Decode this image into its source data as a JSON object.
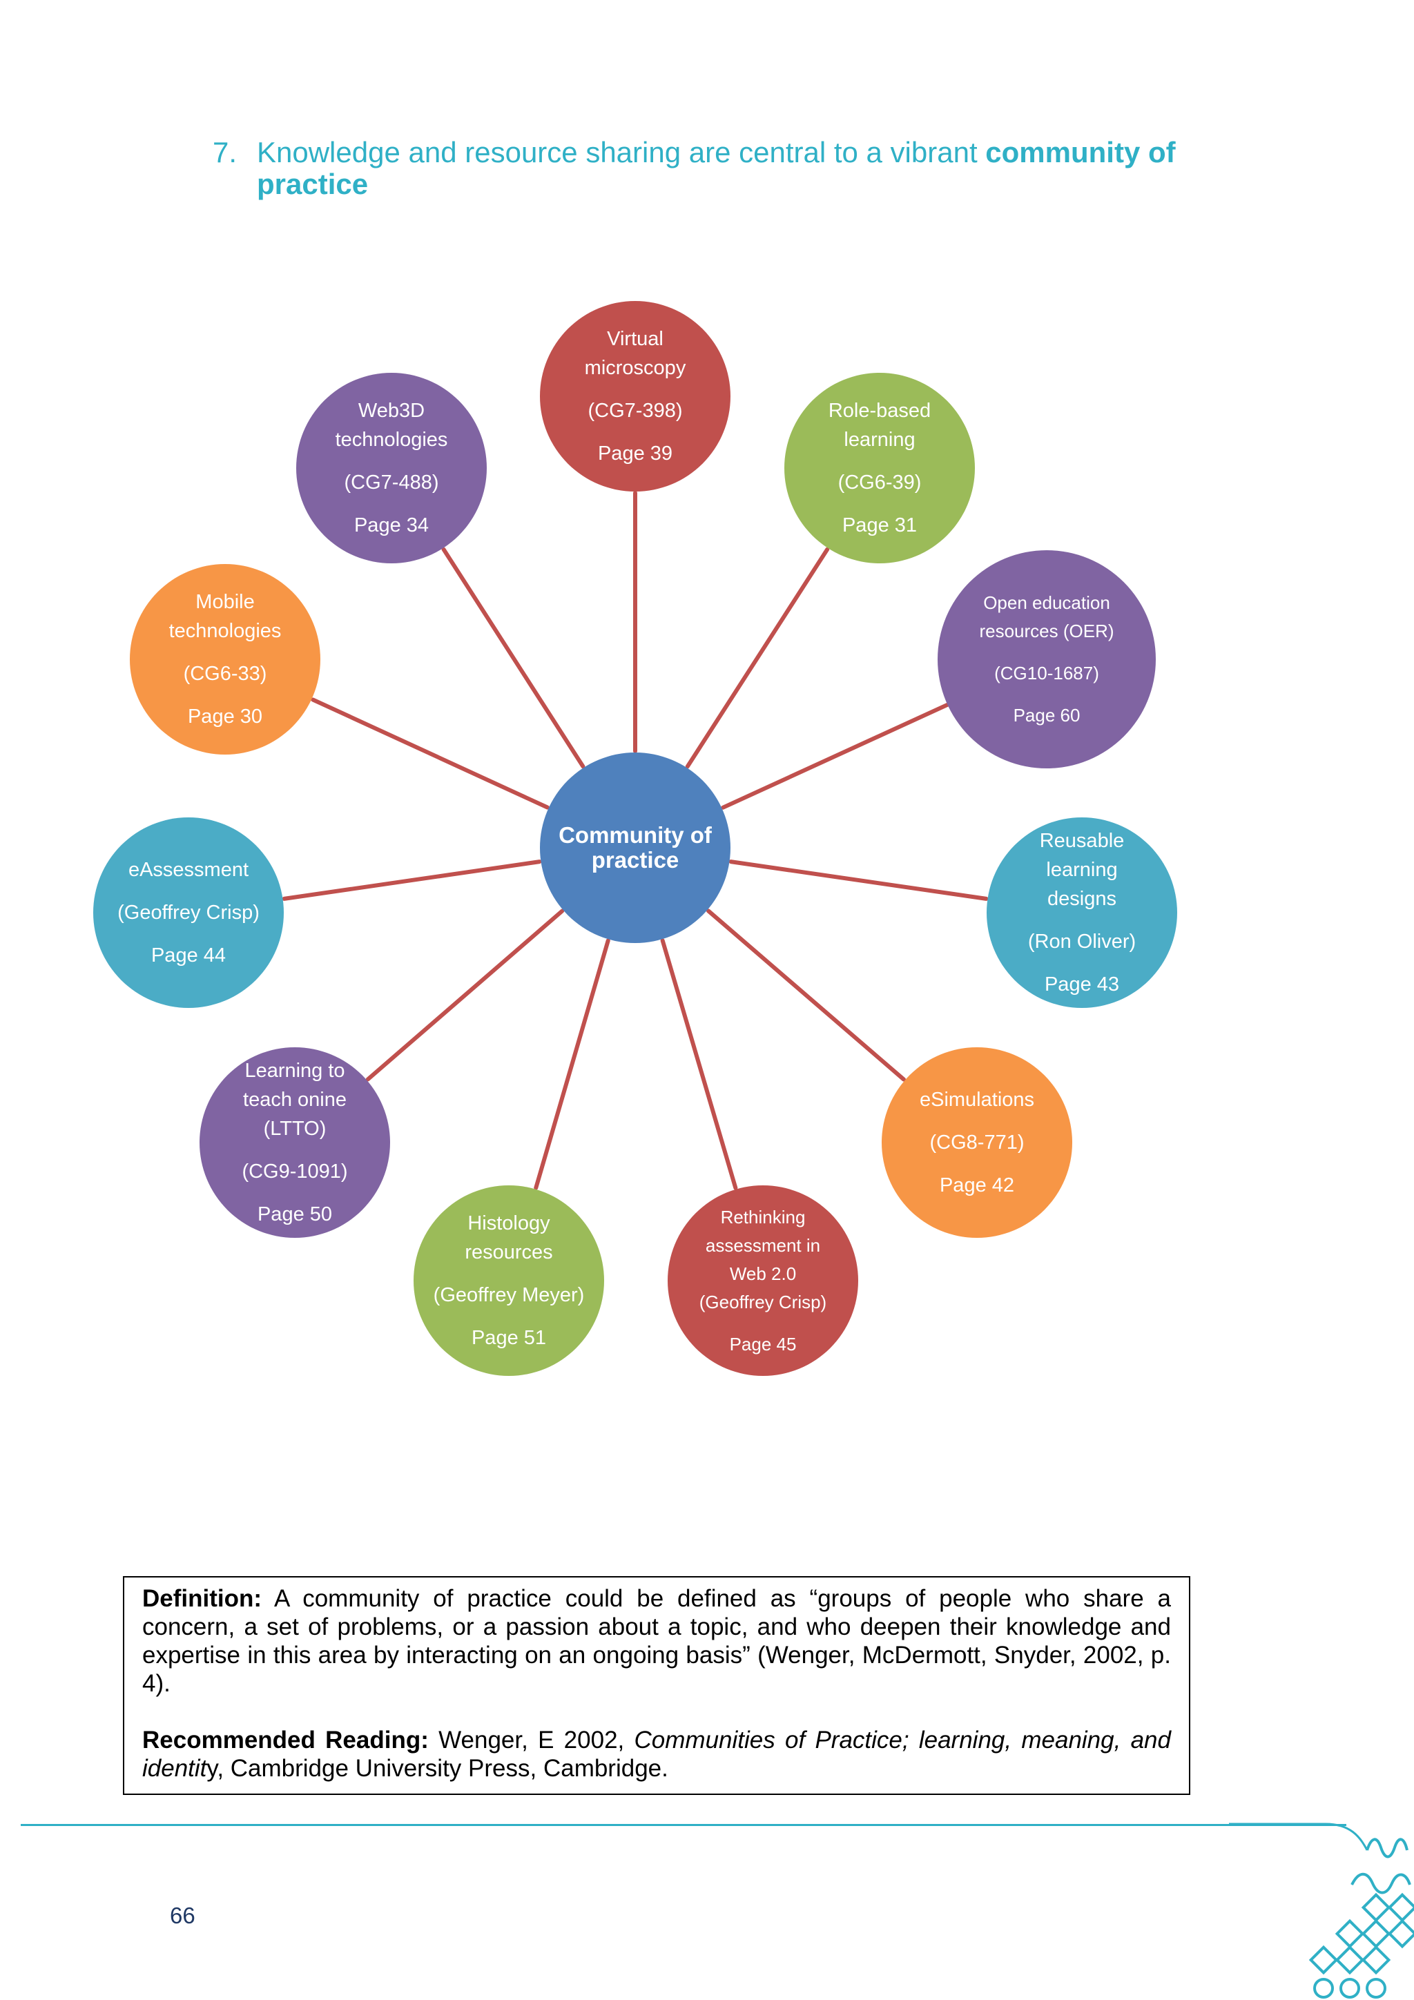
{
  "heading": {
    "number": "7.",
    "text_plain": "Knowledge and resource sharing are central to a vibrant ",
    "text_bold": "community of practice"
  },
  "diagram": {
    "center": {
      "label": "Community of practice",
      "color": "#4f81bd"
    },
    "nodes": [
      {
        "id": "virtual-microscopy",
        "lines": [
          "Virtual",
          "microscopy"
        ],
        "code": "(CG7-398)",
        "page": "Page 39",
        "color": "#c0504d"
      },
      {
        "id": "role-based-learning",
        "lines": [
          "Role-based",
          "learning"
        ],
        "code": "(CG6-39)",
        "page": "Page 31",
        "color": "#9bbb59"
      },
      {
        "id": "open-education-resources",
        "lines": [
          "Open education",
          "resources (OER)"
        ],
        "code": "(CG10-1687)",
        "page": "Page 60",
        "color": "#8064a2"
      },
      {
        "id": "reusable-learning-designs",
        "lines": [
          "Reusable",
          "learning",
          "designs"
        ],
        "code": "(Ron Oliver)",
        "page": "Page 43",
        "color": "#4bacc6"
      },
      {
        "id": "esimulations",
        "lines": [
          "eSimulations"
        ],
        "code": "(CG8-771)",
        "page": "Page 42",
        "color": "#f79646"
      },
      {
        "id": "rethinking-assessment",
        "lines": [
          "Rethinking",
          "assessment in",
          "Web 2.0",
          "(Geoffrey Crisp)"
        ],
        "code": "",
        "page": "Page 45",
        "color": "#c0504d"
      },
      {
        "id": "histology-resources",
        "lines": [
          "Histology",
          "resources"
        ],
        "code": "(Geoffrey Meyer)",
        "page": "Page 51",
        "color": "#9bbb59"
      },
      {
        "id": "learning-to-teach-online",
        "lines": [
          "Learning to",
          "teach onine",
          "(LTTO)"
        ],
        "code": "(CG9-1091)",
        "page": "Page 50",
        "color": "#8064a2"
      },
      {
        "id": "eassessment",
        "lines": [
          "eAssessment"
        ],
        "code": "(Geoffrey Crisp)",
        "page": "Page 44",
        "color": "#4bacc6"
      },
      {
        "id": "mobile-technologies",
        "lines": [
          "Mobile",
          "technologies"
        ],
        "code": "(CG6-33)",
        "page": "Page 30",
        "color": "#f79646"
      },
      {
        "id": "web3d-technologies",
        "lines": [
          "Web3D",
          "technologies"
        ],
        "code": "(CG7-488)",
        "page": "Page 34",
        "color": "#8064a2"
      }
    ]
  },
  "definition_box": {
    "definition_label": "Definition:",
    "definition_text": " A community of practice could be defined as “groups of people who share a concern, a set of problems, or a passion about a topic, and who deepen their knowledge and expertise in this area by interacting on an ongoing basis” (Wenger, McDermott, Snyder, 2002, p. 4).",
    "reading_label": "Recommended Reading:",
    "reading_author": " Wenger, E 2002, ",
    "reading_title_italic": "Communities of Practice; learning, meaning, and identit",
    "reading_title_tail": "y",
    "reading_publisher": ", Cambridge University Press, Cambridge."
  },
  "footer": {
    "page_number": "66",
    "accent_color": "#2fb0c6"
  }
}
